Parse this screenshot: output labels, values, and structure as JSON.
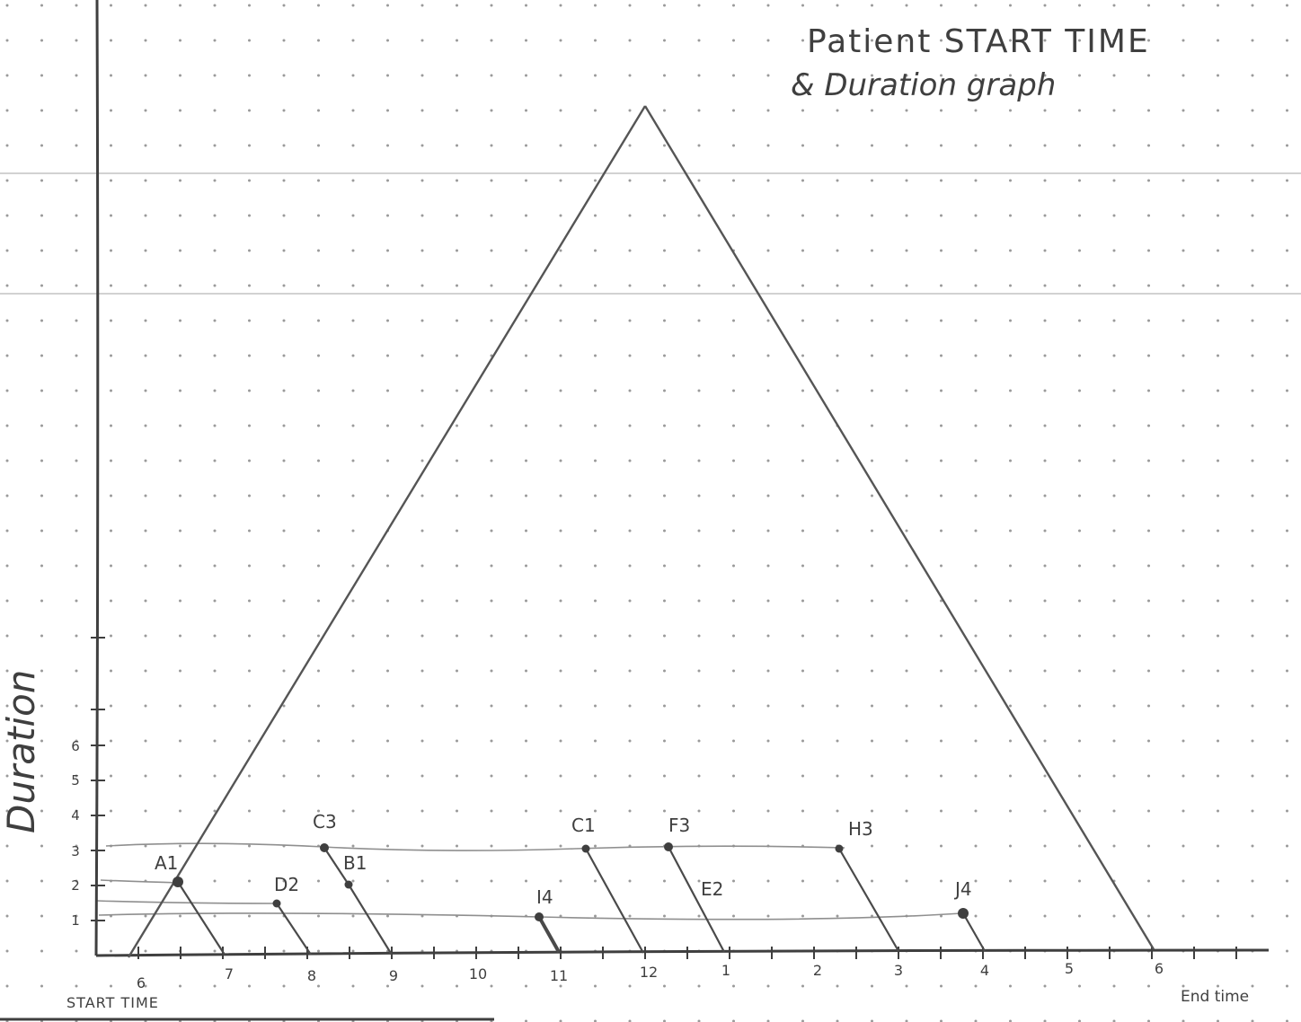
{
  "title": {
    "line1": "Patient START TIME",
    "line2": "& Duration graph"
  },
  "axes": {
    "y_label": "Duration",
    "x_label_left": "START TIME",
    "x_label_right": "End time",
    "y_ticks": [
      "1",
      "2",
      "3",
      "4",
      "5",
      "6"
    ],
    "x_ticks": [
      "6",
      "7",
      "8",
      "9",
      "10",
      "11",
      "12",
      "1",
      "2",
      "3",
      "4",
      "5",
      "6"
    ]
  },
  "points": [
    {
      "label": "A1"
    },
    {
      "label": "C3"
    },
    {
      "label": "B1"
    },
    {
      "label": "D2"
    },
    {
      "label": "I4"
    },
    {
      "label": "C1"
    },
    {
      "label": "F3"
    },
    {
      "label": "E2"
    },
    {
      "label": "H3"
    },
    {
      "label": "J4"
    }
  ],
  "colors": {
    "ink": "#3f3f3f",
    "dots": "#9a9a9a",
    "rule": "#cfcfcf"
  }
}
